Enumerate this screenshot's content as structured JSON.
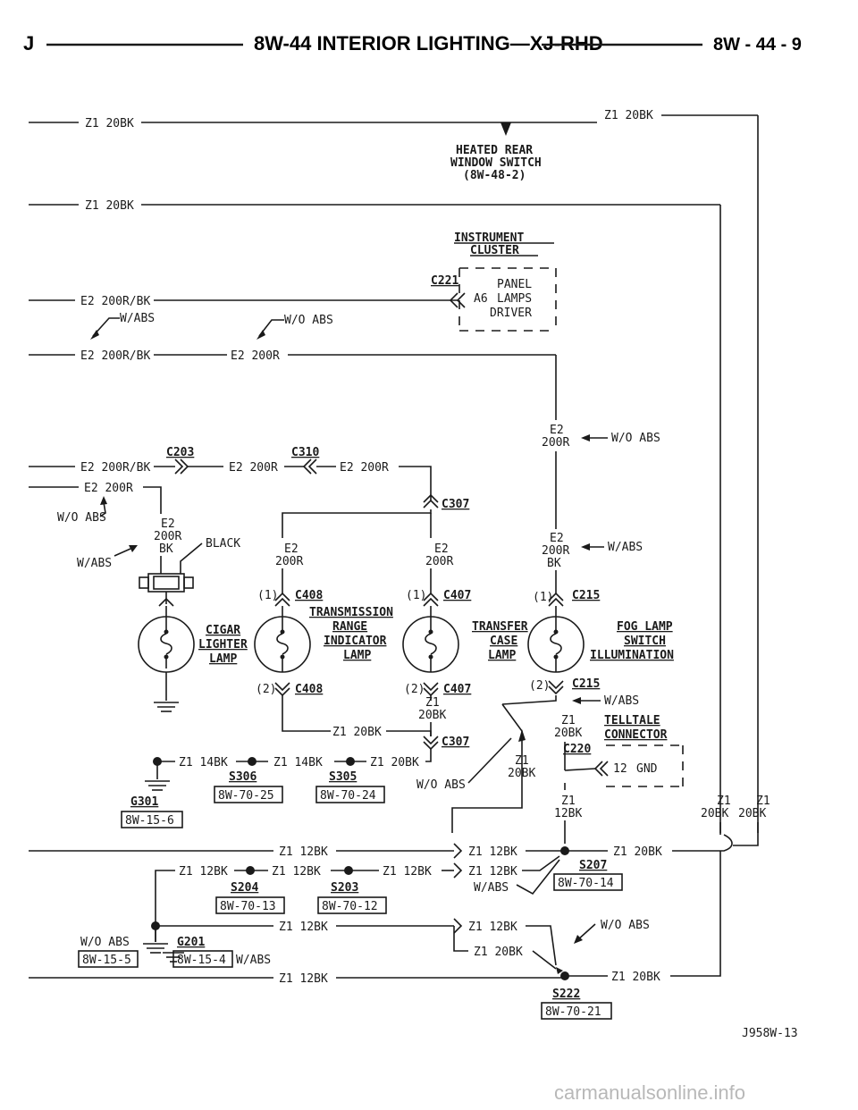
{
  "header": {
    "section": "J",
    "title": "8W-44 INTERIOR LIGHTING—XJ-RHD",
    "page": "8W - 44 - 9"
  },
  "wires": {
    "z1_20bk": "Z1 20BK",
    "e2_200r_bk": "E2 200R/BK",
    "e2_200r": "E2 200R",
    "z1_12bk": "Z1 12BK",
    "z1_14bk": "Z1 14BK",
    "z1": "Z1",
    "e2": "E2",
    "w200r": "200R",
    "w20bk": "20BK",
    "w12bk": "12BK",
    "bk": "BK"
  },
  "options": {
    "w_abs": "W/ABS",
    "wo_abs": "W/O ABS",
    "black": "BLACK",
    "num1": "(1)",
    "num2": "(2)"
  },
  "heated_rear_window_switch": {
    "line1": "HEATED REAR",
    "line2": "WINDOW SWITCH",
    "line3": "(8W-48-2)"
  },
  "instrument_cluster": {
    "line1": "INSTRUMENT",
    "line2": "CLUSTER",
    "connector": "C221",
    "pin": "A6",
    "panel": "PANEL",
    "lamps": "LAMPS",
    "driver": "DRIVER"
  },
  "connectors": {
    "c203": "C203",
    "c310": "C310",
    "c307": "C307",
    "c408": "C408",
    "c407": "C407",
    "c215": "C215",
    "c220": "C220"
  },
  "lamps": {
    "cigar": [
      "CIGAR",
      "LIGHTER",
      "LAMP"
    ],
    "trs": [
      "TRANSMISSION",
      "RANGE",
      "INDICATOR",
      "LAMP"
    ],
    "tcase": [
      "TRANSFER",
      "CASE",
      "LAMP"
    ],
    "fog": [
      "FOG LAMP",
      "SWITCH",
      "ILLUMINATION"
    ]
  },
  "telltale": {
    "line1": "TELLTALE",
    "line2": "CONNECTOR",
    "pin": "12",
    "gnd": "GND"
  },
  "splices": {
    "s306": "S306",
    "s305": "S305",
    "s204": "S204",
    "s203": "S203",
    "s207": "S207",
    "s222": "S222"
  },
  "grounds": {
    "g301": "G301",
    "g201": "G201"
  },
  "refs": {
    "s306": "8W-70-25",
    "s305": "8W-70-24",
    "g301": "8W-15-6",
    "s207": "8W-70-14",
    "s204": "8W-70-13",
    "s203": "8W-70-12",
    "wo_abs_g": "8W-15-5",
    "w_abs_g": "8W-15-4",
    "s222": "8W-70-21"
  },
  "figure_id": "J958W-13",
  "watermark": "carmanualsonline.info",
  "colors": {
    "ink": "#1a1a1a",
    "paper": "#ffffff",
    "watermark": "#b8b8b8"
  }
}
